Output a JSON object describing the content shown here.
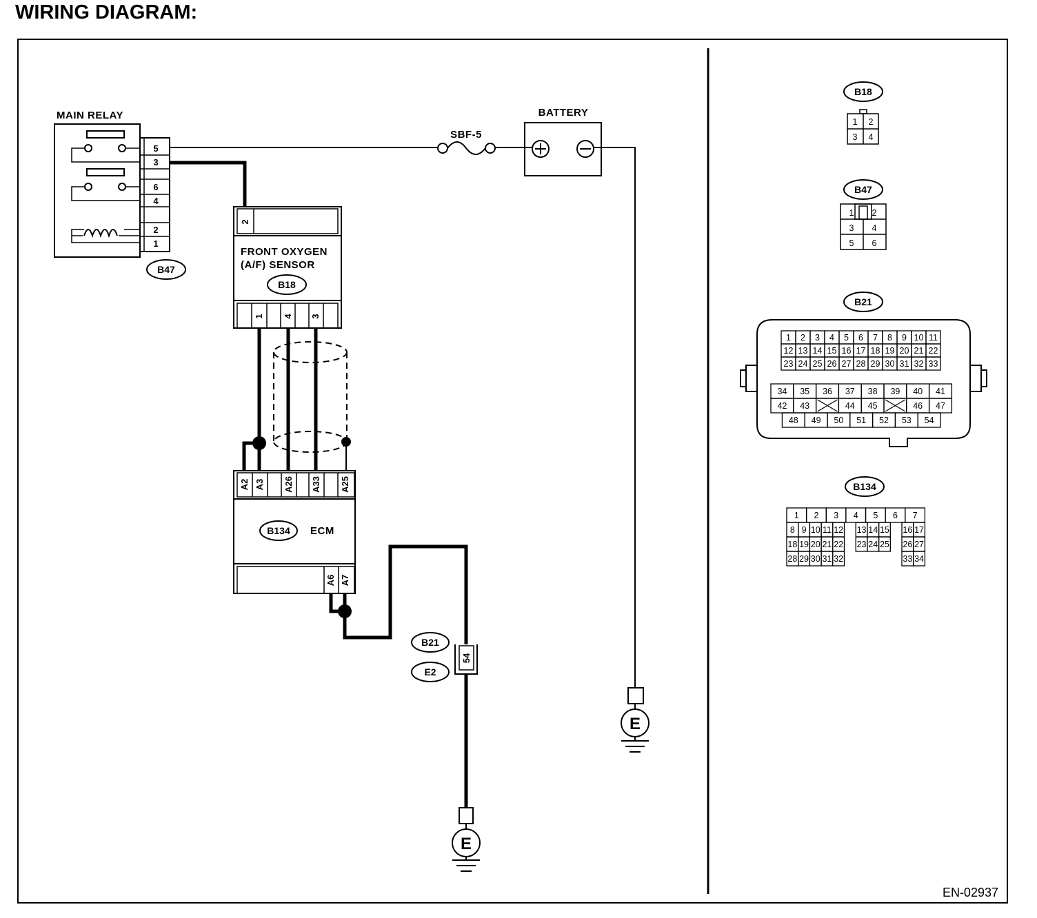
{
  "title": "WIRING DIAGRAM:",
  "figure_code": "EN-02937",
  "components": {
    "main_relay": {
      "label": "MAIN RELAY",
      "connector": "B47",
      "pins": [
        "5",
        "3",
        "6",
        "4",
        "2",
        "1"
      ]
    },
    "battery": {
      "label": "BATTERY"
    },
    "fuse": {
      "label": "SBF-5"
    },
    "sensor": {
      "label_line1": "FRONT OXYGEN",
      "label_line2": "(A/F) SENSOR",
      "connector": "B18",
      "top_pin": "2",
      "bottom_pins": [
        "1",
        "4",
        "3"
      ]
    },
    "ecm": {
      "label": "ECM",
      "connector": "B134",
      "top_pins": [
        "A2",
        "A3",
        "A26",
        "A33",
        "A25"
      ],
      "bottom_pins": [
        "A6",
        "A7"
      ]
    },
    "ground_junction": {
      "connectors": [
        "B21",
        "E2"
      ],
      "pin": "54"
    },
    "grounds": [
      "E",
      "E"
    ]
  },
  "connector_views": {
    "b18": {
      "label": "B18",
      "rows": [
        [
          "1",
          "2"
        ],
        [
          "3",
          "4"
        ]
      ]
    },
    "b47": {
      "label": "B47",
      "rows": [
        [
          "1",
          "2"
        ],
        [
          "3",
          "4"
        ],
        [
          "5",
          "6"
        ]
      ]
    },
    "b21": {
      "label": "B21",
      "upper_rows": [
        [
          "1",
          "2",
          "3",
          "4",
          "5",
          "6",
          "7",
          "8",
          "9",
          "10",
          "11"
        ],
        [
          "12",
          "13",
          "14",
          "15",
          "16",
          "17",
          "18",
          "19",
          "20",
          "21",
          "22"
        ],
        [
          "23",
          "24",
          "25",
          "26",
          "27",
          "28",
          "29",
          "30",
          "31",
          "32",
          "33"
        ]
      ],
      "lower_rows": [
        [
          "34",
          "35",
          "36",
          "37",
          "38",
          "39",
          "40",
          "41"
        ],
        [
          "42",
          "43",
          "",
          "44",
          "45",
          "",
          "46",
          "47"
        ],
        [
          "48",
          "49",
          "50",
          "51",
          "52",
          "53",
          "54"
        ]
      ]
    },
    "b134": {
      "label": "B134",
      "rows": [
        [
          "1",
          "2",
          "3",
          "4",
          "5",
          "6",
          "7"
        ],
        [
          "8",
          "9",
          "10",
          "11",
          "12",
          "",
          "13",
          "14",
          "15",
          "",
          "16",
          "17"
        ],
        [
          "18",
          "19",
          "20",
          "21",
          "22",
          "",
          "23",
          "24",
          "25",
          "",
          "26",
          "27"
        ],
        [
          "28",
          "29",
          "30",
          "31",
          "32",
          "",
          "",
          "",
          "",
          "",
          "33",
          "34"
        ]
      ]
    }
  }
}
